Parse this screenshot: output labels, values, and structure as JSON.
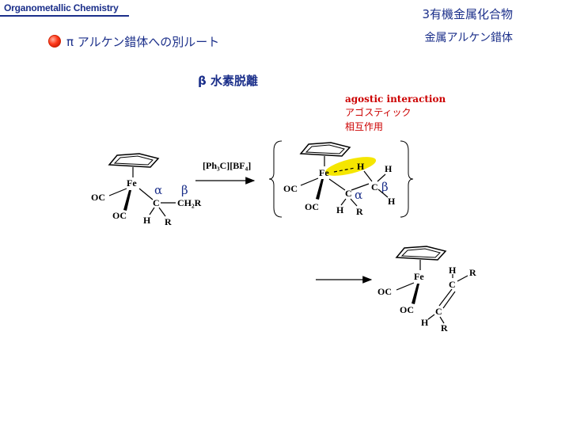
{
  "header": {
    "course": "Organometallic Chemistry",
    "chapter": "3有機金属化合物",
    "topic": "金属アルケン錯体"
  },
  "bullet": {
    "text": "π アルケン錯体への別ルート"
  },
  "section": {
    "title": "β 水素脱離"
  },
  "annotation": {
    "en": "agostic interaction",
    "jp_line1": "アゴスティック",
    "jp_line2": "相互作用"
  },
  "reagent": {
    "text": "[Ph₃C][BF₄]"
  },
  "labels": {
    "fe": "Fe",
    "oc": "OC",
    "c": "C",
    "h": "H",
    "r": "R",
    "ch2r": "CH₂R",
    "alpha": "α",
    "beta": "β"
  },
  "colors": {
    "title_blue": "#1b2f8a",
    "annotation_red": "#cc0000",
    "highlight_yellow": "#f5e600",
    "bullet_red": "#ff3a1a"
  }
}
